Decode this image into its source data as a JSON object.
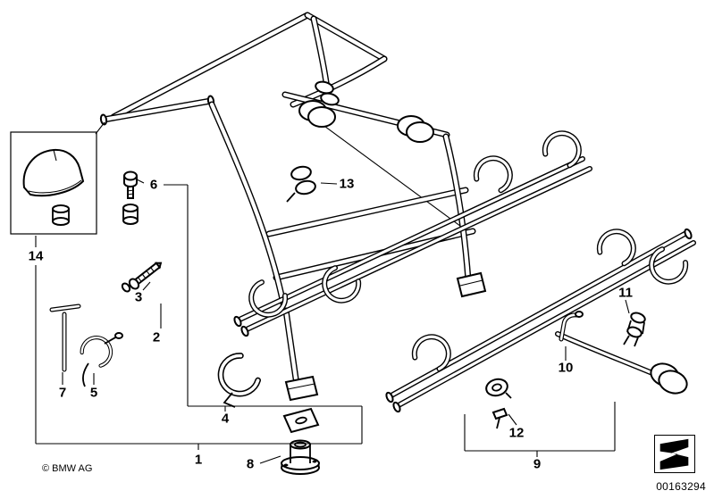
{
  "labels": {
    "p1": "1",
    "p2": "2",
    "p3": "3",
    "p4": "4",
    "p5": "5",
    "p6": "6",
    "p7": "7",
    "p8": "8",
    "p9": "9",
    "p10": "10",
    "p11": "11",
    "p12": "12",
    "p13": "13",
    "p14": "14"
  },
  "footer": {
    "copyright": "© BMW AG",
    "diagram_id": "00163294"
  }
}
